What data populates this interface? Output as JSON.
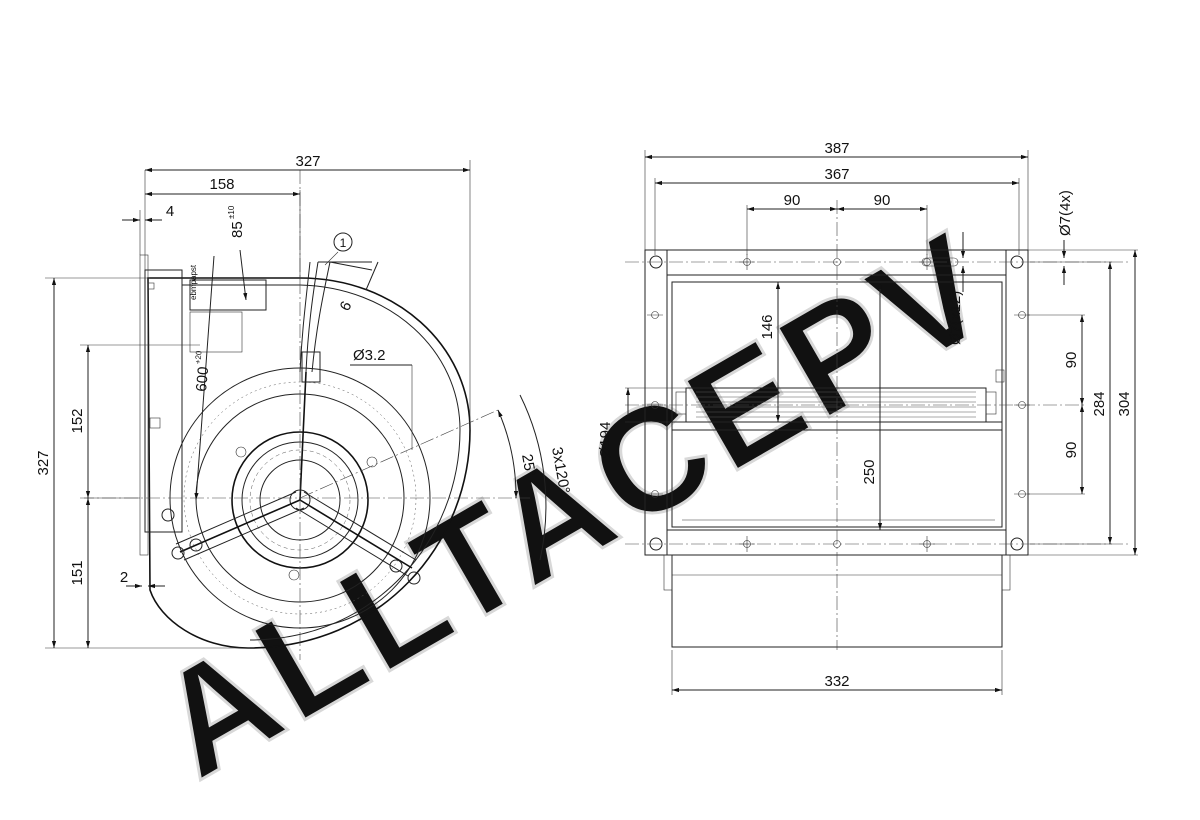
{
  "watermark": {
    "text": "ALLTACEPV",
    "color": "#d8d8d8"
  },
  "side_view": {
    "dims": {
      "overall_width": "327",
      "center_offset": "158",
      "flange": "4",
      "cable_length": "600",
      "cable_length_tol": "+20",
      "cable_end": "85",
      "cable_end_tol": "±10",
      "note_marker": "1",
      "cable_angle": "6",
      "hole": "Ø3.2",
      "angle": "25°",
      "pattern": "3x120°",
      "overall_height": "327",
      "upper_height": "152",
      "lower_height": "151",
      "gap": "2"
    },
    "plate_label": "ebmpapst"
  },
  "front_view": {
    "dims": {
      "overall_width": "387",
      "hole_spacing": "367",
      "left_90": "90",
      "right_90": "90",
      "corner_holes": "Ø7(4x)",
      "flange_holes": "Ø7(x12)",
      "depth_146": "146",
      "inlet_diameter": "Ø194",
      "height_250": "250",
      "upper_90": "90",
      "lower_90": "90",
      "height_284": "284",
      "height_304": "304",
      "outlet_width": "332"
    }
  }
}
